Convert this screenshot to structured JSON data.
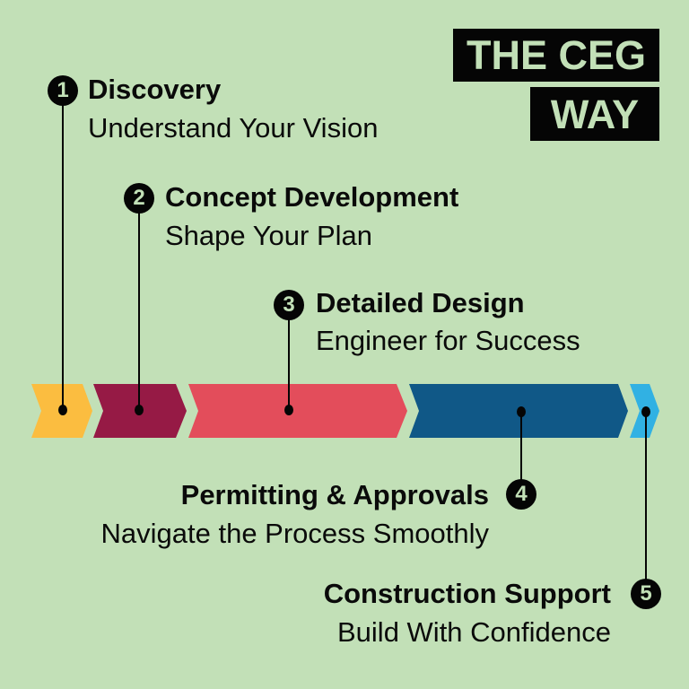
{
  "title": {
    "line1": "THE CEG",
    "line2": "WAY"
  },
  "colors": {
    "background": "#c2e0b7",
    "stage1": "#fbbd40",
    "stage2": "#961a45",
    "stage3": "#e34d5b",
    "stage4": "#105887",
    "stage5": "#31b1e3"
  },
  "steps": [
    {
      "number": "1",
      "title": "Discovery",
      "subtitle": "Understand Your Vision"
    },
    {
      "number": "2",
      "title": "Concept Development",
      "subtitle": "Shape Your Plan"
    },
    {
      "number": "3",
      "title": "Detailed Design",
      "subtitle": "Engineer for Success"
    },
    {
      "number": "4",
      "title": "Permitting & Approvals",
      "subtitle": "Navigate the Process Smoothly"
    },
    {
      "number": "5",
      "title": "Construction Support",
      "subtitle": "Build With Confidence"
    }
  ]
}
